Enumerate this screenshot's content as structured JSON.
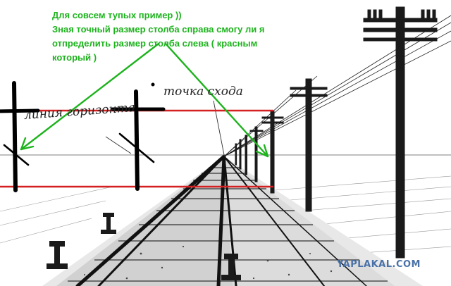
{
  "question": {
    "lines": [
      "Для совсем тупых пример ))",
      "Зная точный размер столба справа смогу ли я",
      "отпределить размер столба слева ( красным",
      "который )"
    ]
  },
  "labels": {
    "vanishing_point": "точка схода",
    "horizon_line": "линия горизонта"
  },
  "watermark": "YAPLAKAL.COM",
  "colors": {
    "annotation_green": "#1db31d",
    "guide_red": "#d42020",
    "sketch_ink": "#1a1a1a"
  }
}
